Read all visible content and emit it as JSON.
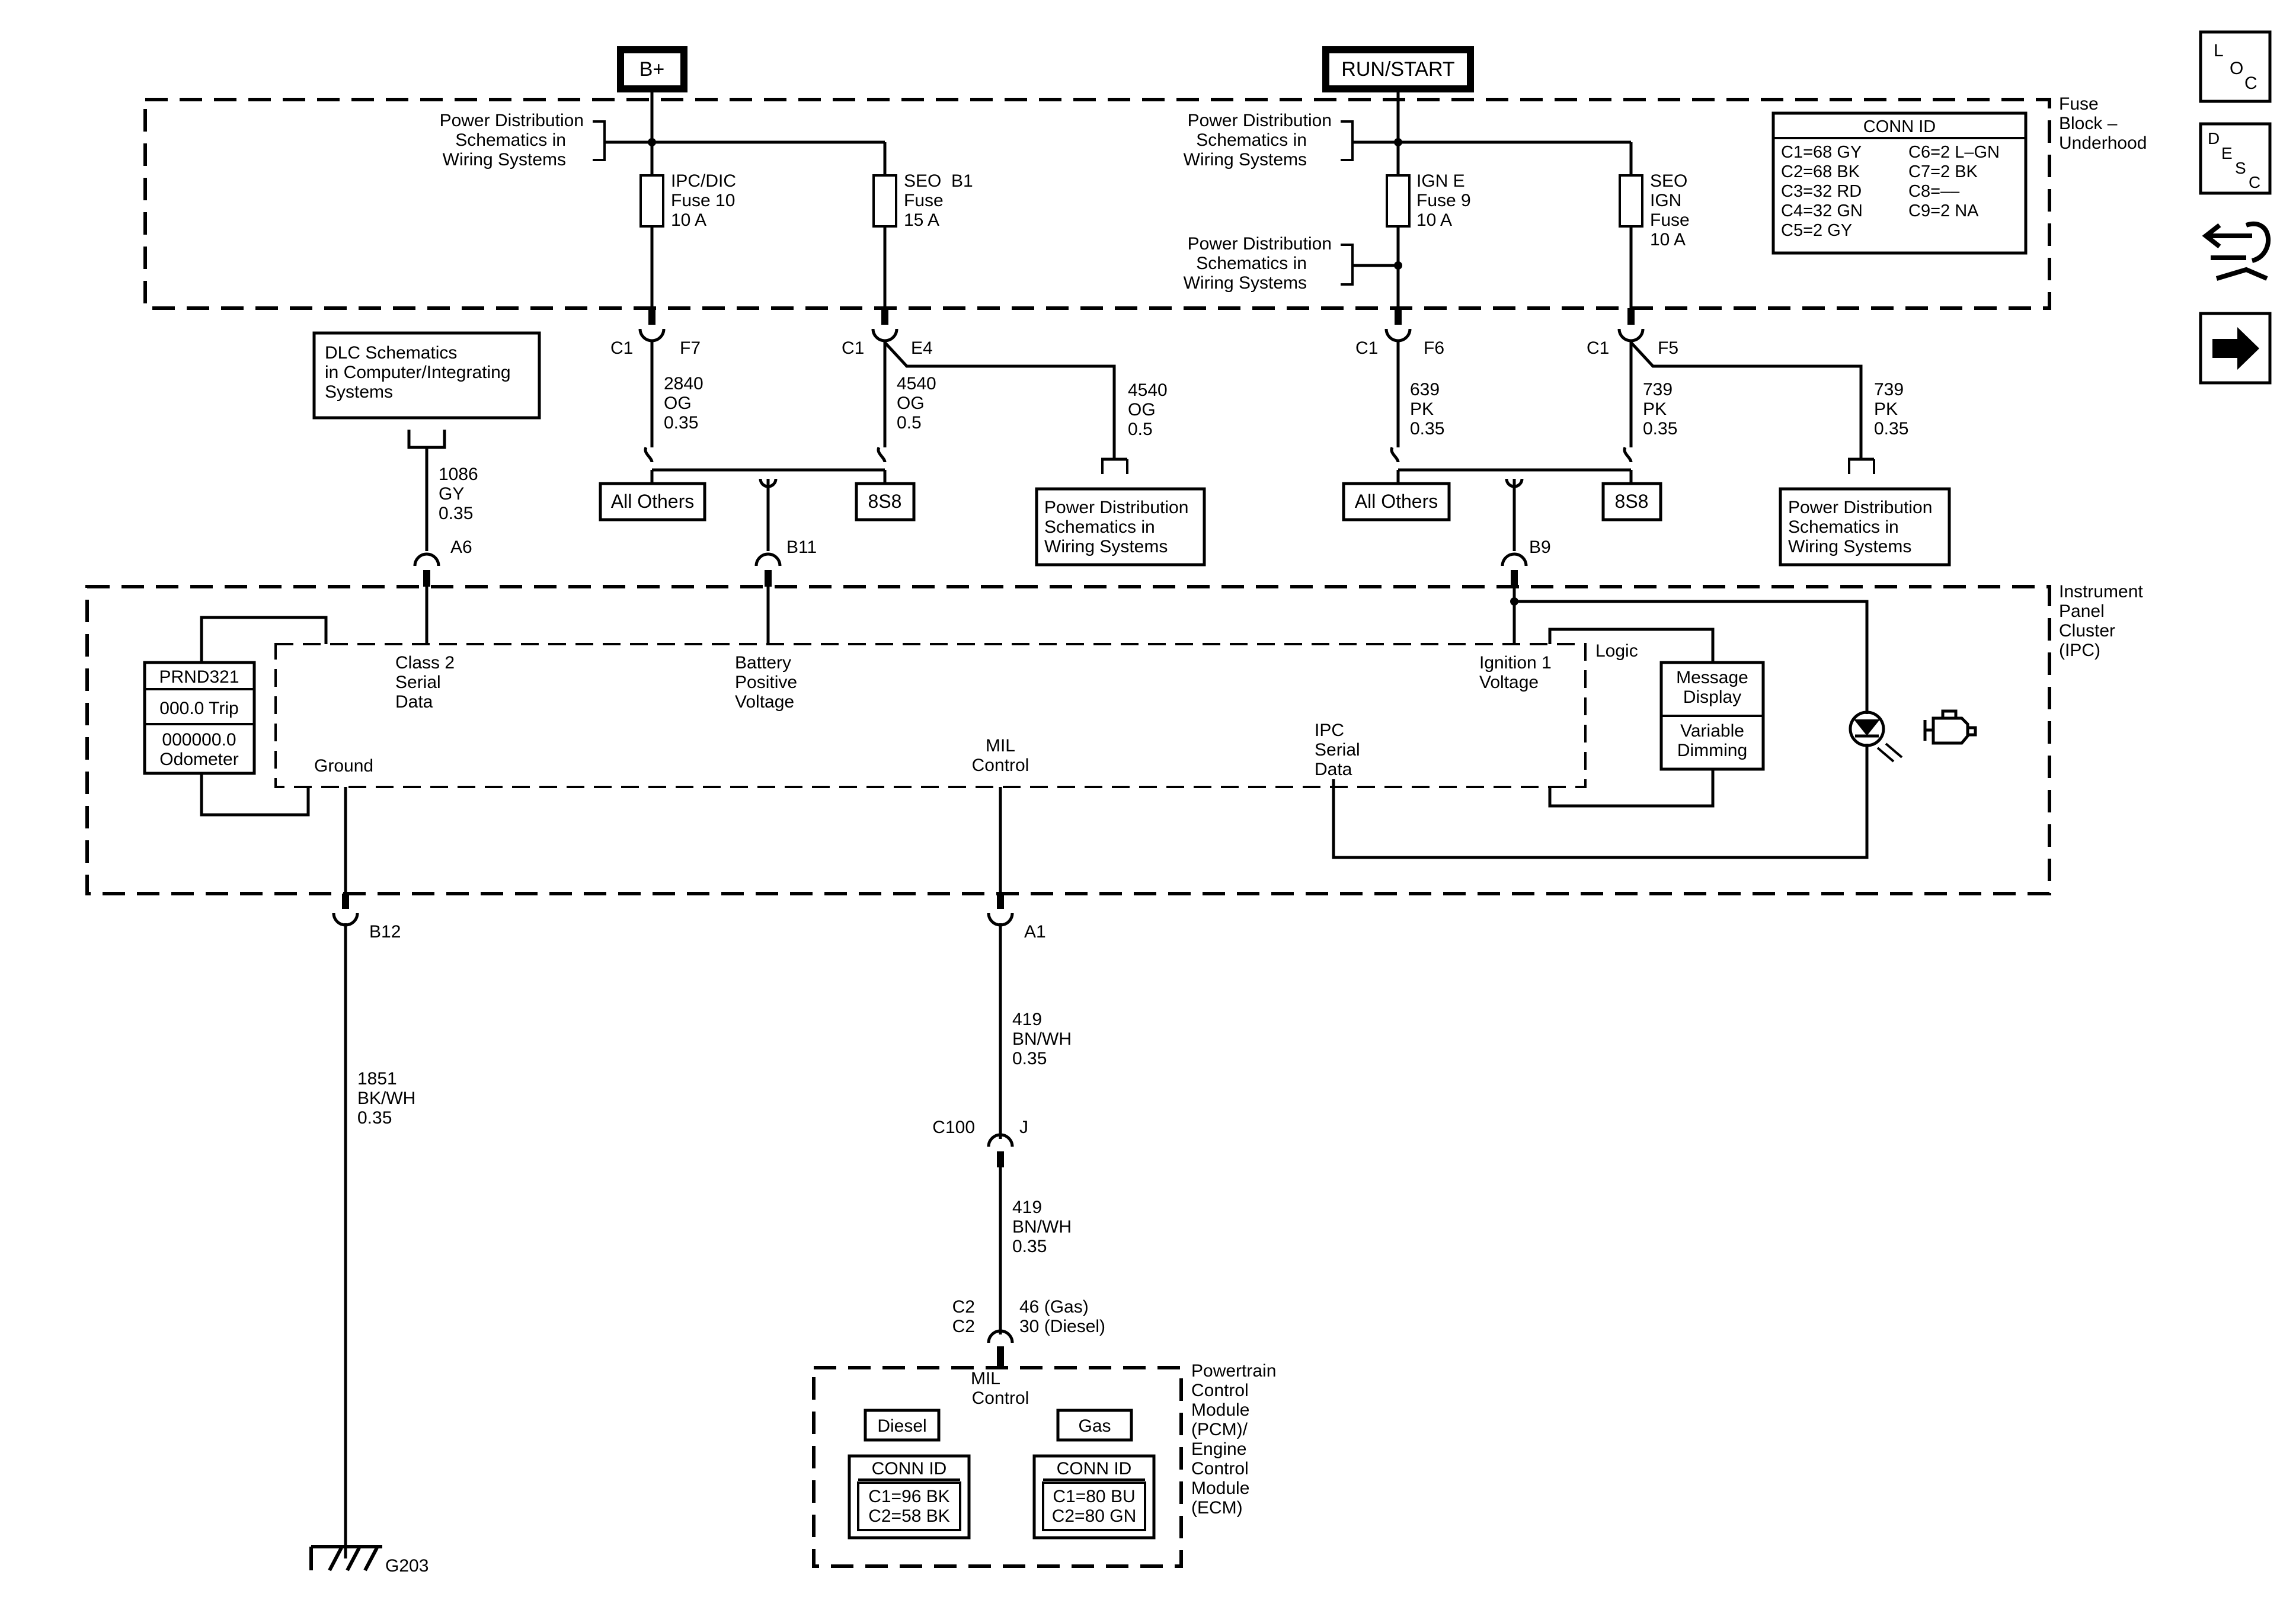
{
  "power": {
    "bplus": "B+",
    "run_start": "RUN/START"
  },
  "fuse_block": {
    "label": [
      "Fuse",
      "Block –",
      "Underhood"
    ]
  },
  "pds_lines": [
    "Power Distribution",
    "Schematics in",
    "Wiring Systems"
  ],
  "fuses": {
    "ipc_dic": [
      "IPC/DIC",
      "Fuse 10",
      "10 A"
    ],
    "seo_b1": [
      "SEO  B1",
      "Fuse",
      "15 A"
    ],
    "ign_e": [
      "IGN E",
      "Fuse 9",
      "10 A"
    ],
    "seo_ign": [
      "SEO",
      "IGN",
      "Fuse",
      "10 A"
    ]
  },
  "conn_id": {
    "title": "CONN ID",
    "col1": [
      "C1=68 GY",
      "C2=68 BK",
      "C3=32 RD",
      "C4=32 GN",
      "C5=2 GY"
    ],
    "col2": [
      "C6=2 L–GN",
      "C7=2 BK",
      "C8=––",
      "C9=2 NA"
    ]
  },
  "side_icons": {
    "loc": [
      "L",
      "O",
      "C"
    ],
    "desc": [
      "D",
      "E",
      "S",
      "C"
    ],
    "icons": [
      "loc-icon",
      "desc-icon",
      "connector-repair-icon",
      "next-arrow-icon"
    ]
  },
  "connectors": {
    "c1": "C1",
    "f7": "F7",
    "e4": "E4",
    "f6": "F6",
    "f5": "F5",
    "a6": "A6",
    "b11": "B11",
    "b9": "B9",
    "b12": "B12",
    "a1": "A1",
    "c100": "C100",
    "j": "J",
    "c2": "C2",
    "g203": "G203"
  },
  "wires": {
    "w2840": [
      "2840",
      "OG",
      "0.35"
    ],
    "w4540a": [
      "4540",
      "OG",
      "0.5"
    ],
    "w4540b": [
      "4540",
      "OG",
      "0.5"
    ],
    "w639": [
      "639",
      "PK",
      "0.35"
    ],
    "w739a": [
      "739",
      "PK",
      "0.35"
    ],
    "w739b": [
      "739",
      "PK",
      "0.35"
    ],
    "w1086": [
      "1086",
      "GY",
      "0.35"
    ],
    "w1851": [
      "1851",
      "BK/WH",
      "0.35"
    ],
    "w419a": [
      "419",
      "BN/WH",
      "0.35"
    ],
    "w419b": [
      "419",
      "BN/WH",
      "0.35"
    ],
    "pcm_pins": [
      "46 (Gas)",
      "30 (Diesel)"
    ]
  },
  "boxes": {
    "all_others": "All Others",
    "s8s8": "8S8",
    "dlc": [
      "DLC Schematics",
      "in Computer/Integrating",
      "Systems"
    ],
    "pds": [
      "Power Distribution",
      "Schematics in",
      "Wiring Systems"
    ]
  },
  "ipc": {
    "label": [
      "Instrument",
      "Panel",
      "Cluster",
      "(IPC)"
    ],
    "prnd": "PRND321",
    "trip": "000.0 Trip",
    "odo": [
      "000000.0",
      "Odometer"
    ],
    "class2": [
      "Class 2",
      "Serial",
      "Data"
    ],
    "battery": [
      "Battery",
      "Positive",
      "Voltage"
    ],
    "ignition": [
      "Ignition 1",
      "Voltage"
    ],
    "logic": "Logic",
    "message": [
      "Message",
      "Display"
    ],
    "dimming": [
      "Variable",
      "Dimming"
    ],
    "ground": "Ground",
    "mil": [
      "MIL",
      "Control"
    ],
    "ipc_serial": [
      "IPC",
      "Serial",
      "Data"
    ]
  },
  "pcm": {
    "label": [
      "Powertrain",
      "Control",
      "Module",
      "(PCM)/",
      "Engine",
      "Control",
      "Module",
      "(ECM)"
    ],
    "mil": [
      "MIL",
      "Control"
    ],
    "diesel": "Diesel",
    "gas": "Gas",
    "conn_title": "CONN ID",
    "diesel_conn": [
      "C1=96 BK",
      "C2=58 BK"
    ],
    "gas_conn": [
      "C1=80 BU",
      "C2=80 GN"
    ]
  }
}
